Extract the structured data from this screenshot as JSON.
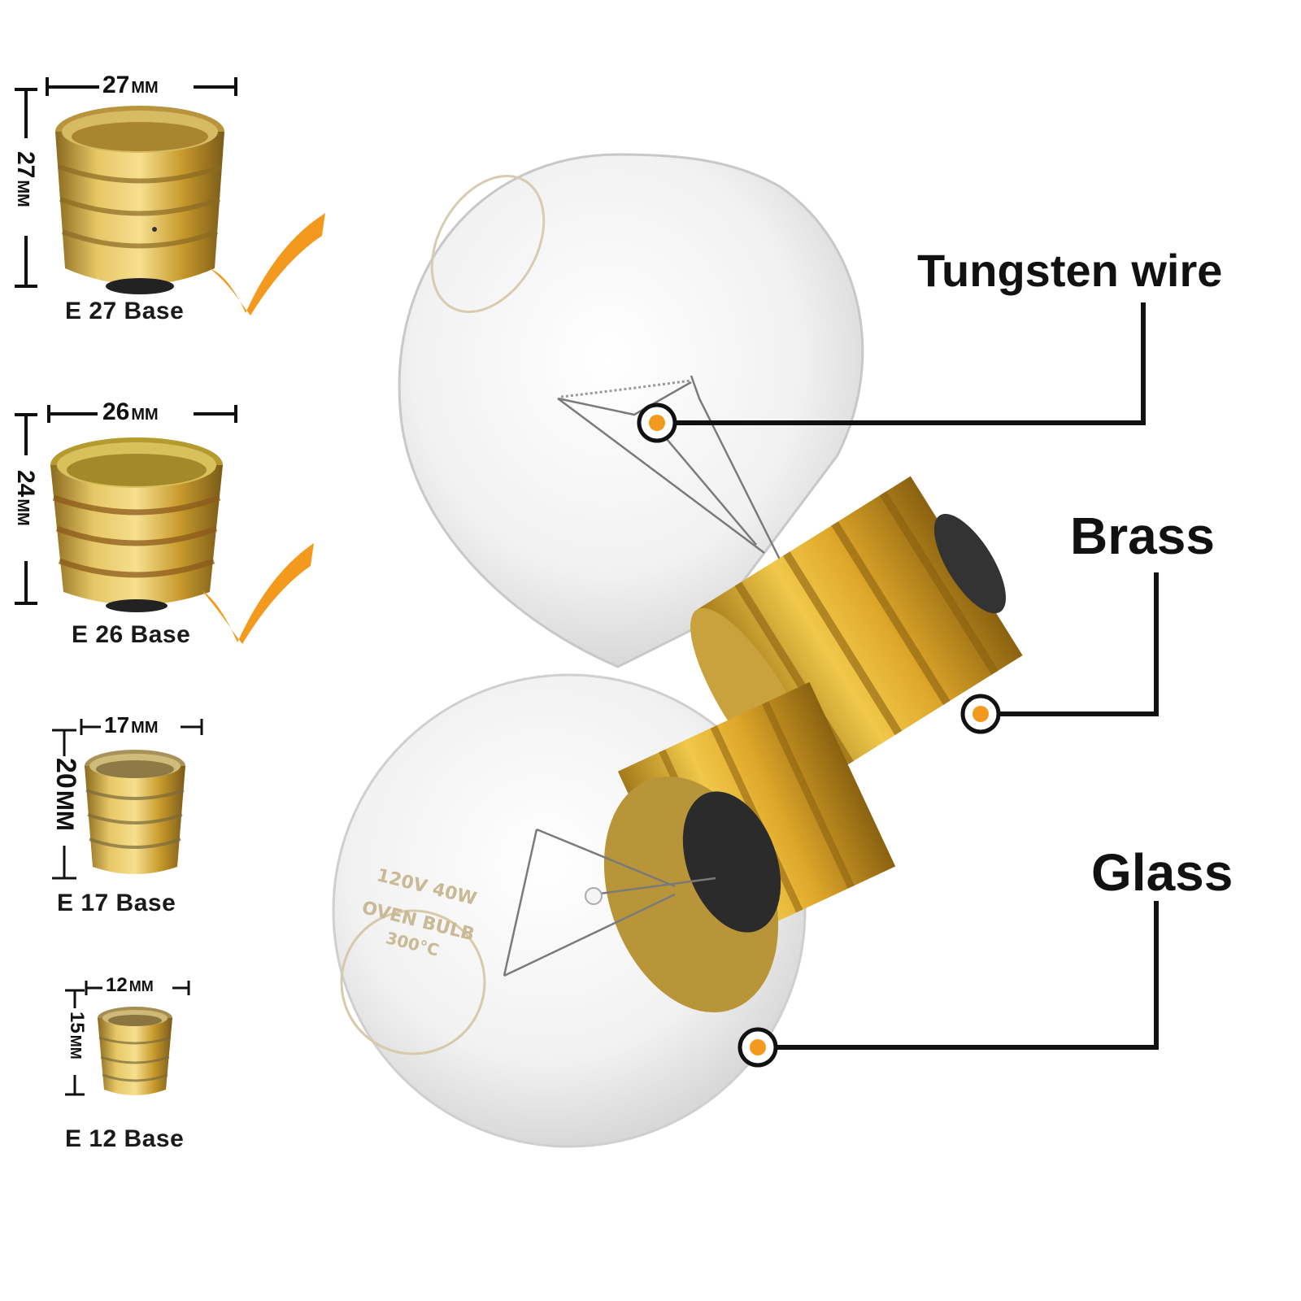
{
  "bases": [
    {
      "label": "E 27 Base",
      "width_value": "27",
      "width_unit": "MM",
      "height_value": "27",
      "height_unit": "MM",
      "recommended": true
    },
    {
      "label": "E 26 Base",
      "width_value": "26",
      "width_unit": "MM",
      "height_value": "24",
      "height_unit": "MM",
      "recommended": true
    },
    {
      "label": "E 17 Base",
      "width_value": "17",
      "width_unit": "MM",
      "height_value": "20",
      "height_unit": "MM",
      "recommended": false
    },
    {
      "label": "E 12 Base",
      "width_value": "12",
      "width_unit": "MM",
      "height_value": "15",
      "height_unit": "MM",
      "recommended": false
    }
  ],
  "callouts": {
    "tungsten": "Tungsten wire",
    "brass": "Brass",
    "glass": "Glass"
  },
  "bulb_print": {
    "line1": "120V 40W",
    "line2": "OVEN BULB",
    "line3": "300°C"
  },
  "colors": {
    "accent_orange": "#f39a1e",
    "brass": "#d4a93a",
    "line": "#111111"
  },
  "icons": [
    "checkmark-icon",
    "dimension-bracket-icon",
    "callout-dot-icon"
  ]
}
